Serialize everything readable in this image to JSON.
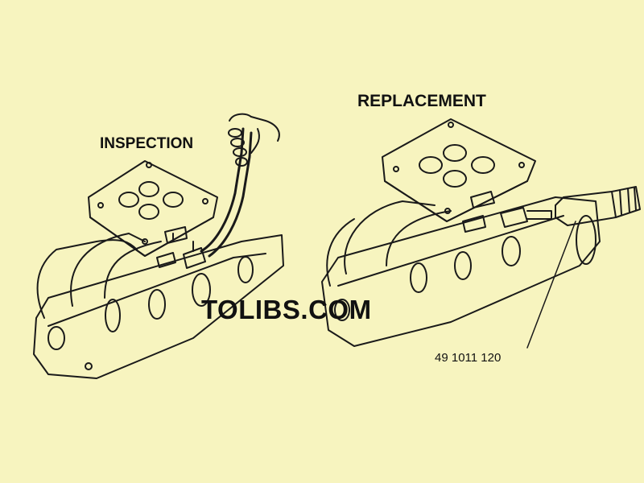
{
  "labels": {
    "inspection": "INSPECTION",
    "replacement": "REPLACEMENT",
    "watermark": "TOLIBS.COM",
    "part_number": "49 1011 120"
  },
  "colors": {
    "background": "#f7f4bf",
    "line": "#1a1a1a",
    "text": "#111111"
  }
}
